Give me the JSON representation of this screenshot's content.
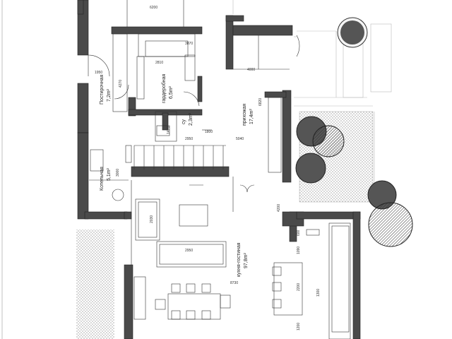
{
  "plan": {
    "rooms": [
      {
        "id": "laundry",
        "name": "Постирочная",
        "area": "7,2m²"
      },
      {
        "id": "wardrobe",
        "name": "гардеробная",
        "area": "6,5m²"
      },
      {
        "id": "wc",
        "name": "су",
        "area": "2,3m²"
      },
      {
        "id": "hall",
        "name": "прихожая",
        "area": "17,4m²"
      },
      {
        "id": "boiler",
        "name": "Котельная",
        "area": "5,1m²"
      },
      {
        "id": "kitchen",
        "name": "кухня-гостиная",
        "area": "97,8m²"
      }
    ],
    "dimensions": {
      "top": "6200",
      "wardrobe_w": "3870",
      "wardrobe_h": "2810",
      "hall_h": "6820",
      "laundry_h": "4270",
      "laundry_w": "1950",
      "boiler_h": "3000",
      "wc_w": "1470",
      "wc_h": "1800",
      "stair": "5040",
      "hall_w": "2950",
      "entry_w": "4000",
      "sofa_w": "2030",
      "sofa_l": "2950",
      "kitchen_w": "8730",
      "island_w": "1090",
      "island_l": "2200",
      "counter_w": "1200",
      "counter_d": "600",
      "lower_w": "1300",
      "right_w": "4200"
    }
  }
}
